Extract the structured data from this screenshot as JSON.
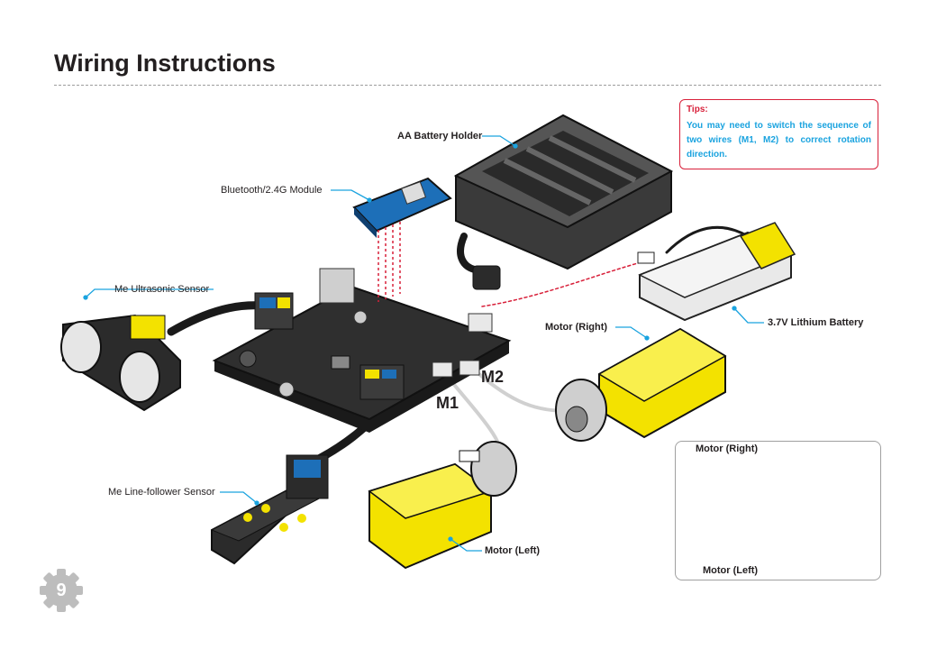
{
  "page": {
    "title": "Wiring Instructions",
    "page_number": "9"
  },
  "labels": {
    "aa_battery_holder": "AA Battery Holder",
    "bluetooth_module": "Bluetooth/2.4G Module",
    "ultrasonic_sensor": "Me Ultrasonic Sensor",
    "lithium_battery": "3.7V Lithium Battery",
    "motor_right": "Motor (Right)",
    "motor_left": "Motor (Left)",
    "line_follower": "Me Line-follower Sensor",
    "m1": "M1",
    "m2": "M2"
  },
  "tips": {
    "title": "Tips:",
    "body": "You may need to switch the sequence of two wires (M1, M2) to correct rotation direction."
  },
  "inset": {
    "motor_right": "Motor (Right)",
    "motor_left": "Motor (Left)"
  },
  "colors": {
    "callout_blue": "#1aa3df",
    "tips_red": "#d8203a",
    "motor_yellow": "#f3e200",
    "board_dark": "#2b2b2b",
    "module_blue": "#1d6fb8"
  }
}
